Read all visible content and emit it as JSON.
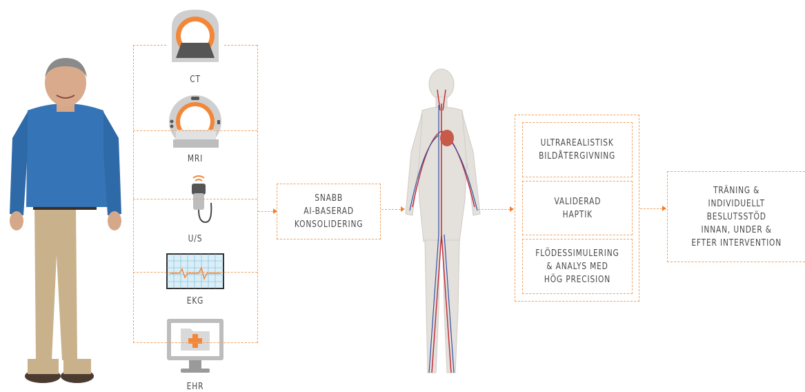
{
  "modalities": [
    {
      "label": "CT",
      "icon": "ct-scanner-icon"
    },
    {
      "label": "MRI",
      "icon": "mri-scanner-icon"
    },
    {
      "label": "U/S",
      "icon": "ultrasound-probe-icon"
    },
    {
      "label": "EKG",
      "icon": "ekg-monitor-icon"
    },
    {
      "label": "EHR",
      "icon": "ehr-monitor-icon"
    }
  ],
  "consolidation": {
    "lines": [
      "SNABB",
      "AI-BASERAD",
      "KONSOLIDERING"
    ]
  },
  "features": [
    {
      "lines": [
        "ULTRAREALISTISK",
        "BILDÅTERGIVNING"
      ]
    },
    {
      "lines": [
        "VALIDERAD",
        "HAPTIK"
      ]
    },
    {
      "lines": [
        "FLÖDESSIMULERING",
        "& ANALYS MED",
        "HÖG PRECISION"
      ]
    }
  ],
  "outcome": {
    "lines": [
      "TRÄNING &",
      "INDIVIDUELLT",
      "BESLUTSSTÖD",
      "INNAN, UNDER &",
      "EFTER INTERVENTION"
    ]
  },
  "colors": {
    "accent": "#f08030",
    "icon_gray": "#a0a0a0",
    "shirt": "#2f6fb0",
    "trousers": "#c8b08a"
  }
}
